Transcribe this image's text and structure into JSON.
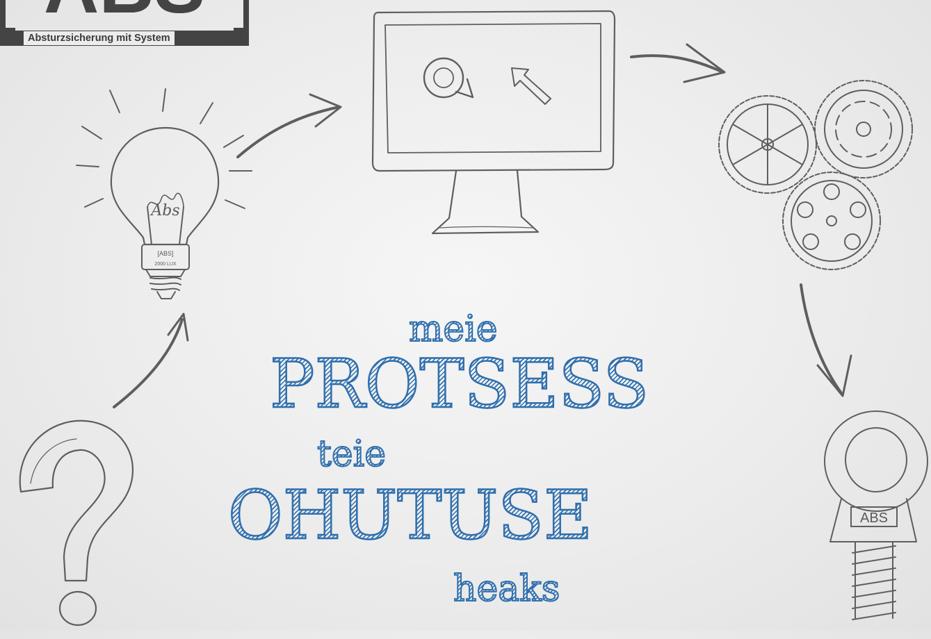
{
  "logo": {
    "mark": "ABS",
    "tagline": "Absturzsicherung mit System"
  },
  "sketch_labels": {
    "bulb_script": "Abs",
    "bulb_plate": "[ABS]",
    "bulb_lux": "2000 LUX",
    "anchor_plate": "ABS"
  },
  "headline": {
    "line1": "meie",
    "line2": "PROTSESS",
    "line3": "teie",
    "line4": "OHUTUSE",
    "line5": "heaks"
  },
  "colors": {
    "headline": "#2f6fae",
    "sketch": "#5e5e5e",
    "background": "#ececec",
    "logo": "#444444"
  }
}
